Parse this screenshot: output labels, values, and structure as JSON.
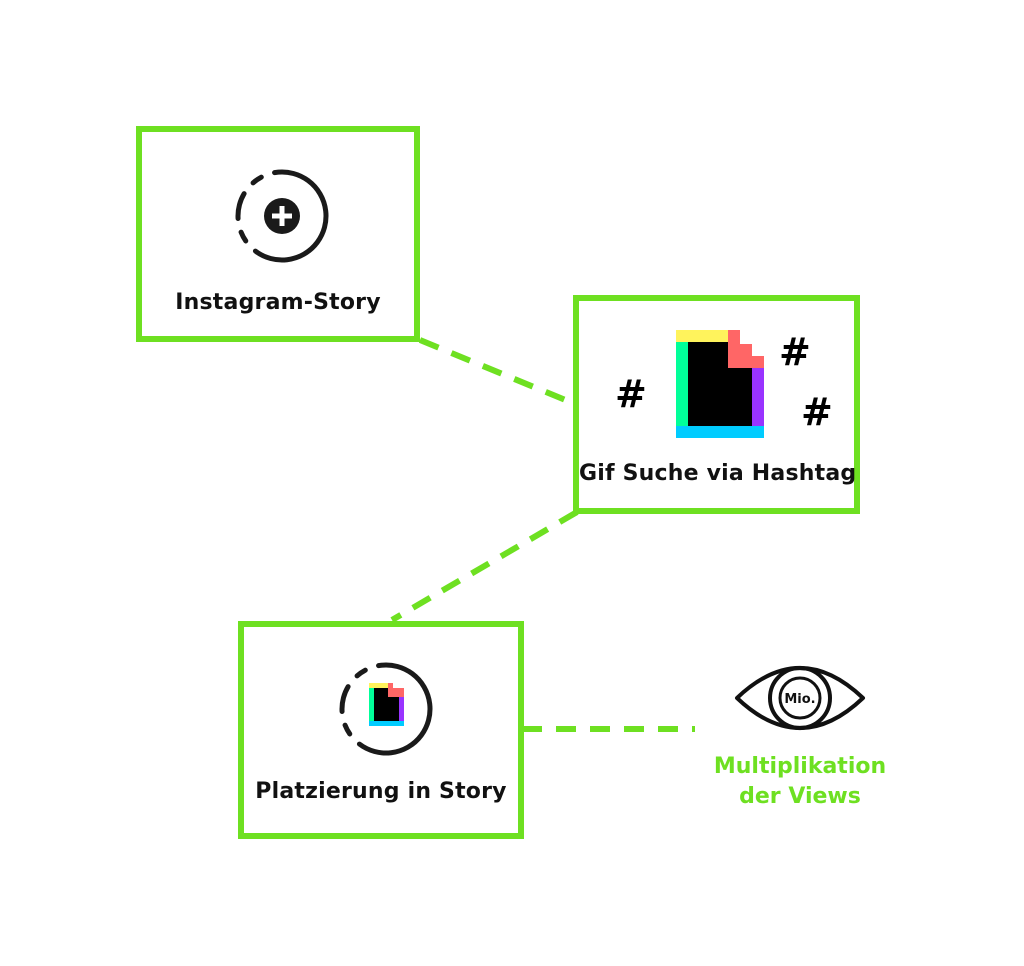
{
  "colors": {
    "accent": "#6ee021",
    "text": "#111111",
    "giphy_yellow": "#fff35c",
    "giphy_green": "#00ff99",
    "giphy_blue": "#00ccff",
    "giphy_purple": "#9933ff",
    "giphy_red": "#ff6666"
  },
  "nodes": {
    "instagram": {
      "label": "Instagram-Story",
      "icon": "story-add-icon"
    },
    "gif": {
      "label": "Gif Suche via Hashtag",
      "icon": "giphy-icon",
      "hashtags": [
        "#",
        "#",
        "#"
      ]
    },
    "placement": {
      "label": "Platzierung in Story",
      "icon": "story-giphy-icon"
    }
  },
  "views": {
    "icon": "eye-icon",
    "eye_text": "Mio.",
    "label_line1": "Multiplikation",
    "label_line2": "der Views"
  }
}
